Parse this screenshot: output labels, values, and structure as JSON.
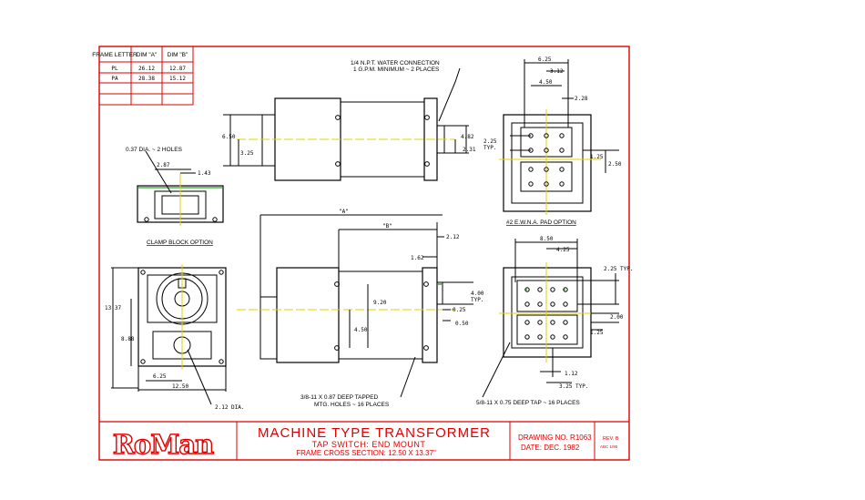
{
  "colors": {
    "border": "#e00000",
    "ink": "#000000",
    "centerline": "#e0d000",
    "accent": "#2aa02a"
  },
  "frame_table": {
    "headers": [
      "FRAME LETTER",
      "DIM \"A\"",
      "DIM \"B\""
    ],
    "rows": [
      [
        "PL",
        "26.12",
        "12.87"
      ],
      [
        "PA",
        "28.38",
        "15.12"
      ]
    ]
  },
  "title_block": {
    "logo": "RoMan",
    "title": "MACHINE TYPE TRANSFORMER",
    "subtitle": "TAP SWITCH: END MOUNT",
    "section": "FRAME CROSS SECTION: 12.50 X 13.37\"",
    "drawing_no": "DRAWING NO. R1063",
    "date": "DATE: DEC. 1982",
    "rev": "REV. B",
    "rev_note": "ABC 1/90"
  },
  "notes": {
    "water_1": "1/4 N.P.T. WATER CONNECTION",
    "water_2": "1 G.P.M. MINIMUM ~ 2 PLACES",
    "clamp_holes": "0.37 DIA. ~ 2 HOLES",
    "clamp_option": "CLAMP BLOCK OPTION",
    "pad_option": "#2 E.W.N.A. PAD OPTION",
    "mtg_1": "3/8-11 X 0.87 DEEP TAPPED",
    "mtg_2": "MTG. HOLES ~ 16 PLACES",
    "tap_holes": "5/8-11 X 0.75 DEEP TAP ~ 16 PLACES",
    "dia": "2.12 DIA."
  },
  "dims": {
    "d650": "6.50",
    "d325": "3.25",
    "d482": "4.82",
    "d231": "2.31",
    "d287": "2.87",
    "d143": "1.43",
    "d625a": "6.25",
    "d312": "3.12",
    "d450a": "4.50",
    "d228": "2.28",
    "d225typ": "2.25",
    "typ": "TYP.",
    "d125a": "1.25",
    "d250": "2.50",
    "dimA": "\"A\"",
    "dimB": "\"B\"",
    "d212": "2.12",
    "d162": "1.62",
    "d920": "9.20",
    "d450b": "4.50",
    "d400": "4.00",
    "d025": "0.25",
    "d050": "0.50",
    "d1337": "13.37",
    "d888": "8.88",
    "d625b": "6.25",
    "d1250": "12.50",
    "d850": "8.50",
    "d425": "4.25",
    "d225b": "2.25 TYP.",
    "d200": "2.00",
    "d125b": "1.25",
    "d112": "1.12",
    "d325typ": "3.25 TYP."
  }
}
